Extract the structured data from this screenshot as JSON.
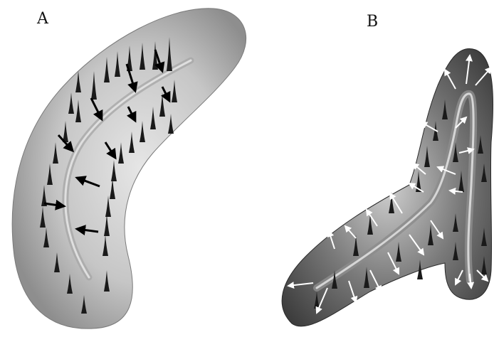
{
  "panels": [
    {
      "id": "A",
      "label": "A",
      "arrow_direction": "inward",
      "arrow_color": "#000000"
    },
    {
      "id": "B",
      "label": "B",
      "arrow_direction": "outward",
      "arrow_color": "#ffffff"
    }
  ],
  "colors": {
    "background": "#ffffff",
    "panel_a_fill_light": "#e8e8e8",
    "panel_a_fill_dark": "#9a9a9a",
    "panel_b_fill_light": "#d0d0d0",
    "panel_b_fill_dark": "#3a3a3a",
    "spike": "#1a1a1a",
    "ridge": "#bdbdbd"
  }
}
